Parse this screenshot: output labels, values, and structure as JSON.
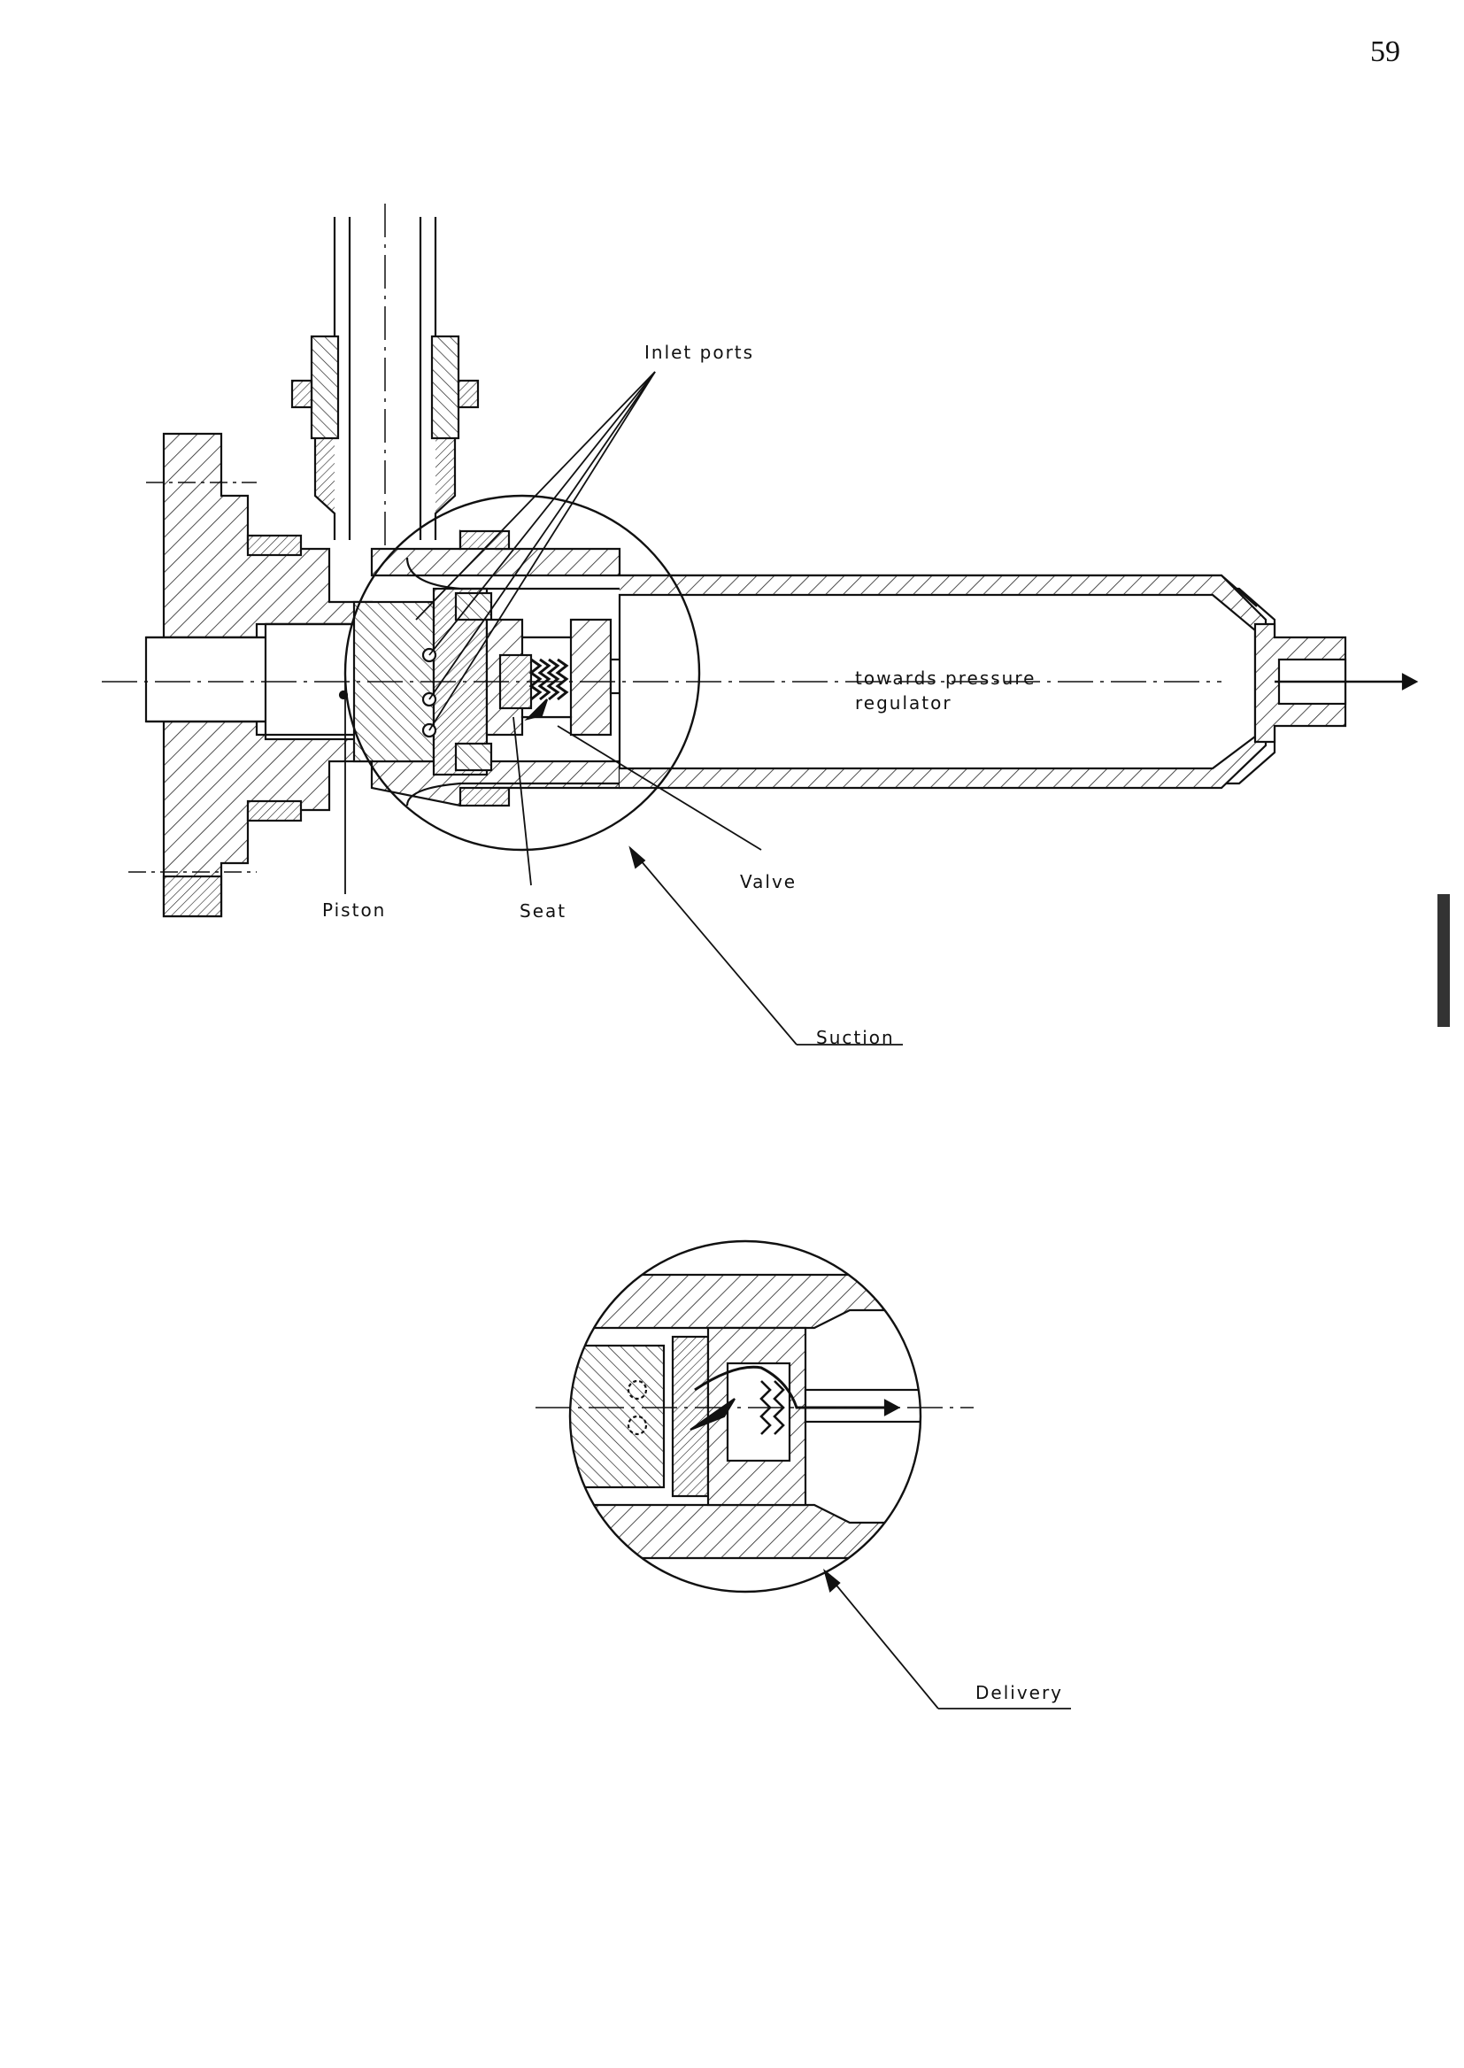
{
  "page": {
    "number": "59"
  },
  "labels": {
    "inlet_ports": "Inlet ports",
    "towards_line1": "towards pressure",
    "towards_line2": "regulator",
    "piston": "Piston",
    "seat": "Seat",
    "valve": "Valve",
    "suction": "Suction",
    "delivery": "Delivery"
  }
}
